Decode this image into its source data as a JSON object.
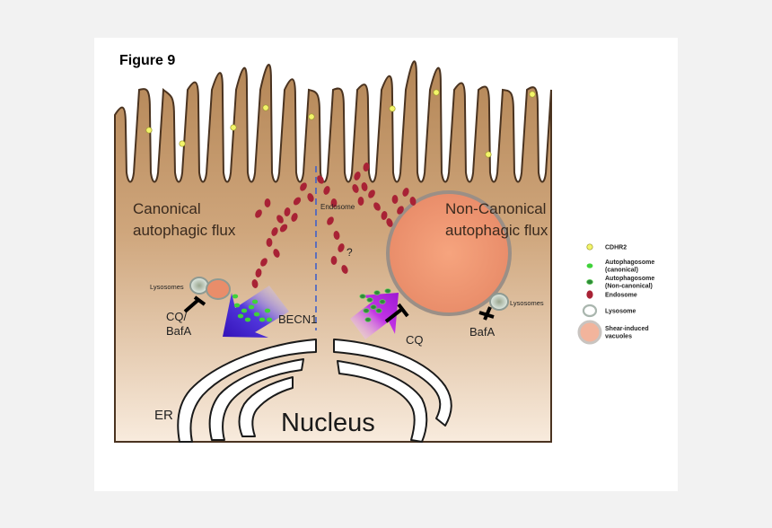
{
  "figure_label": "Figure 9",
  "labels": {
    "canonical_line1": "Canonical",
    "canonical_line2": "autophagic flux",
    "noncanonical_line1": "Non-Canonical",
    "noncanonical_line2": "autophagic flux",
    "endosome": "Endosome",
    "question": "?",
    "lysosomes_left": "Lysosomes",
    "lysosomes_right": "Lysosomes",
    "cq_bafa_line1": "CQ/",
    "cq_bafa_line2": "BafA",
    "becn1": "BECN1",
    "cq": "CQ",
    "bafa": "BafA",
    "er": "ER",
    "nucleus": "Nucleus"
  },
  "legend": [
    {
      "label": "CDHR2",
      "symbol": "cdhr2-dot"
    },
    {
      "label": "Autophagosome\n(canonical)",
      "symbol": "autophagosome-canonical"
    },
    {
      "label": "Autophagosome\n(Non-canonical)",
      "symbol": "autophagosome-noncanonical"
    },
    {
      "label": "Endosome",
      "symbol": "endosome"
    },
    {
      "label": "Lysosome",
      "symbol": "lysosome"
    },
    {
      "label": "Shear-induced\nvacuoles",
      "symbol": "vacuole"
    }
  ],
  "colors": {
    "cell_outline": "#4a3320",
    "cell_top": "#b98a5b",
    "cell_bottom": "#f4e4d2",
    "cdhr2": "#f3f56a",
    "autophagosome_canonical": "#3fd23a",
    "autophagosome_noncanonical": "#2f8a3a",
    "endosome": "#a82235",
    "lysosome": "#c9d6d0",
    "vacuole": "#ef9b78",
    "arrow_blue": "#3517c9",
    "arrow_purple": "#b31fe0",
    "dashed_line": "#4060c8"
  }
}
